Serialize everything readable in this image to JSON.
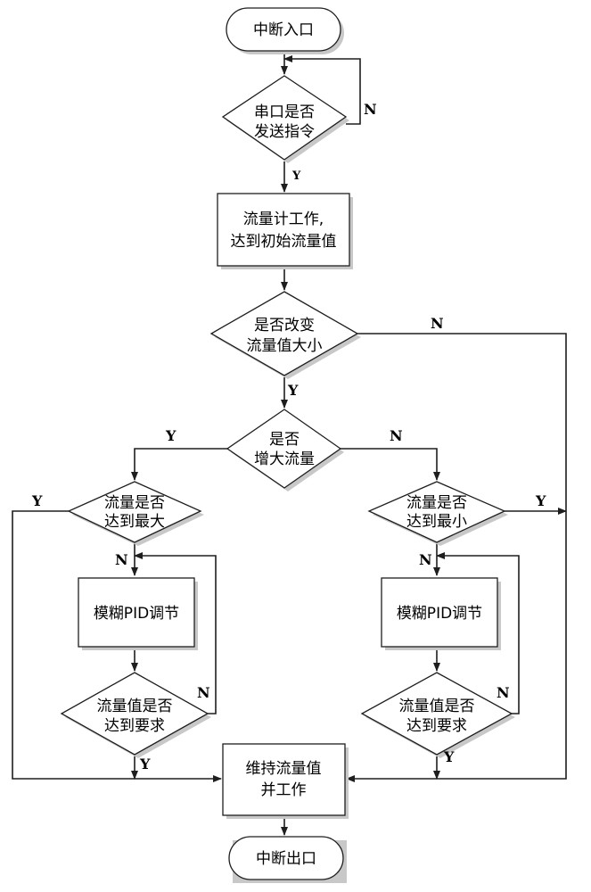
{
  "nodes": {
    "start": "中断入口",
    "serial_check": [
      "串口是否",
      "发送指令"
    ],
    "flowmeter_work": [
      "流量计工作,",
      "达到初始流量值"
    ],
    "change_check": [
      "是否改变",
      "流量值大小"
    ],
    "increase_check": [
      "是否",
      "增大流量"
    ],
    "max_check": [
      "流量是否",
      "达到最大"
    ],
    "min_check": [
      "流量是否",
      "达到最小"
    ],
    "pid_left": "模糊PID调节",
    "pid_right": "模糊PID调节",
    "req_left": [
      "流量值是否",
      "达到要求"
    ],
    "req_right": [
      "流量值是否",
      "达到要求"
    ],
    "maintain": [
      "维持流量值",
      "并工作"
    ],
    "end": "中断出口"
  },
  "edge_labels": {
    "serial_no": "N",
    "serial_yes": "Y",
    "change_no": "N",
    "change_yes": "Y",
    "increase_yes": "Y",
    "increase_no": "N",
    "max_yes": "Y",
    "max_no": "N",
    "min_yes": "Y",
    "min_no": "N",
    "req_left_no": "N",
    "req_left_yes": "Y",
    "req_right_no": "N",
    "req_right_yes": "Y"
  }
}
